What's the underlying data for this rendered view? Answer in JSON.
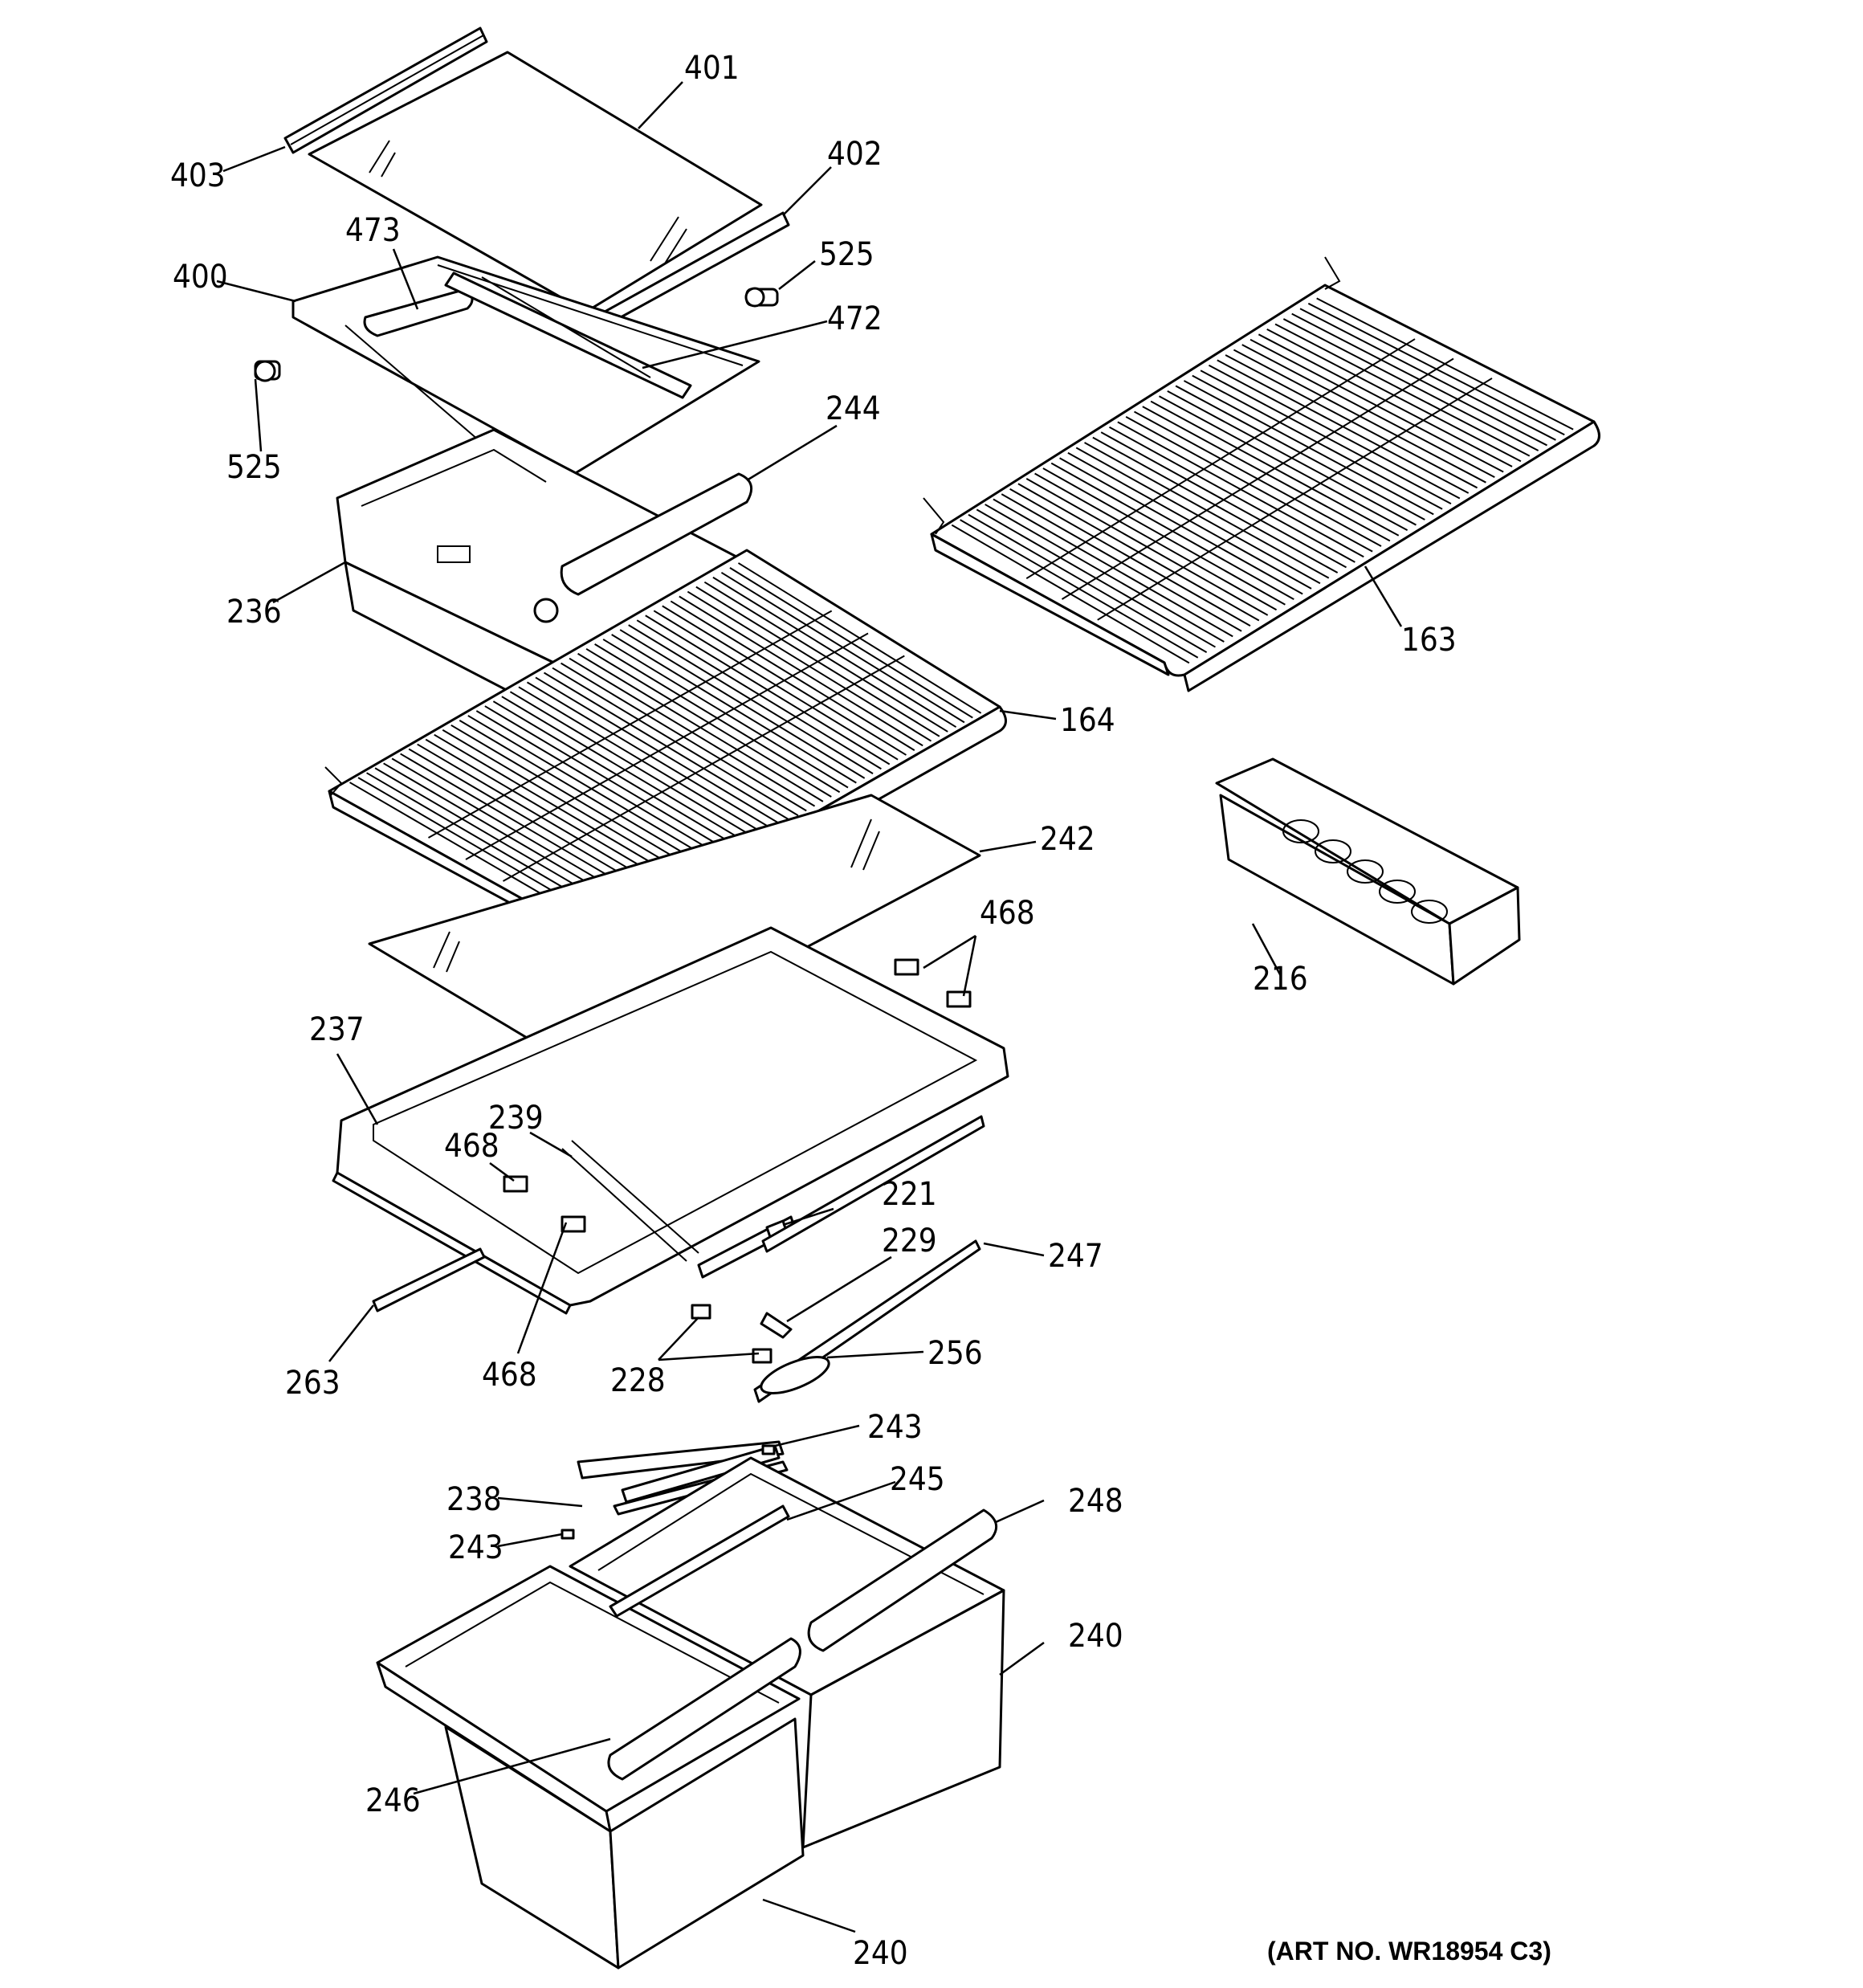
{
  "diagram": {
    "art_number": "(ART NO. WR18954 C3)",
    "callouts": {
      "c401": "401",
      "c403": "403",
      "c402": "402",
      "c473": "473",
      "c400": "400",
      "c525a": "525",
      "c472": "472",
      "c525b": "525",
      "c244": "244",
      "c236": "236",
      "c163": "163",
      "c164": "164",
      "c242": "242",
      "c468a": "468",
      "c216": "216",
      "c237": "237",
      "c239": "239",
      "c468b": "468",
      "c221": "221",
      "c229": "229",
      "c247": "247",
      "c263": "263",
      "c468c": "468",
      "c228": "228",
      "c256": "256",
      "c243a": "243",
      "c238": "238",
      "c245": "245",
      "c248": "248",
      "c243b": "243",
      "c240a": "240",
      "c246": "246",
      "c240b": "240"
    }
  }
}
